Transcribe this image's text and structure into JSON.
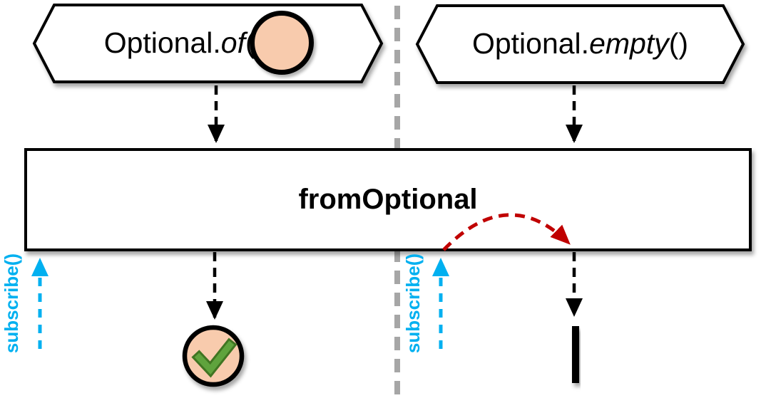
{
  "diagram_kind": "marble-diagram",
  "sources": {
    "left": {
      "prefix": "Optional.",
      "method": "of",
      "paren_open": "(",
      "paren_close": ")",
      "argument": "value-marble"
    },
    "right": {
      "prefix": "Optional.",
      "method": "empty",
      "parens": "()"
    }
  },
  "operator": {
    "label": "fromOptional"
  },
  "subscriptions": {
    "left_label": "subscribe()",
    "right_label": "subscribe()"
  },
  "icons": {
    "value_marble": "filled-circle",
    "success_check": "checkmark",
    "stream_complete": "vertical-bar",
    "divider": "dashed-vertical-line"
  },
  "colors": {
    "marble_fill": "#F8CBAD",
    "check_green": "#5FA33C",
    "check_green_dark": "#3F7423",
    "subscribe_blue": "#00B0F0",
    "resubscribe_red": "#C00000",
    "divider_gray": "#A6A6A6"
  }
}
